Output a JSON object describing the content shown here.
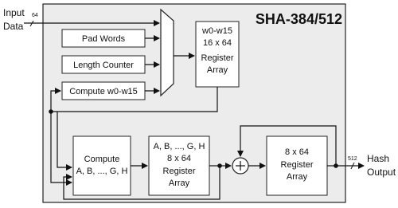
{
  "title": "SHA-384/512",
  "input": {
    "line1": "Input",
    "line2": "Data",
    "width": "64"
  },
  "output": {
    "line1": "Hash",
    "line2": "Output",
    "width": "512"
  },
  "blocks": {
    "pad_words": "Pad Words",
    "length_counter": "Length Counter",
    "compute_w": "Compute w0-w15",
    "w_register": {
      "line1": "w0-w15",
      "line2": "16 x 64",
      "line3": "Register",
      "line4": "Array"
    },
    "compute_ah": {
      "line1": "Compute",
      "line2": "A, B, ..., G, H"
    },
    "ah_register": {
      "line1": "A, B, ..., G, H",
      "line2": "8 x 64",
      "line3": "Register",
      "line4": "Array"
    },
    "hash_register": {
      "line1": "8 x 64",
      "line2": "Register",
      "line3": "Array"
    }
  },
  "colors": {
    "container_fill": "#ececec",
    "block_fill": "#ffffff",
    "stroke": "#222222"
  }
}
